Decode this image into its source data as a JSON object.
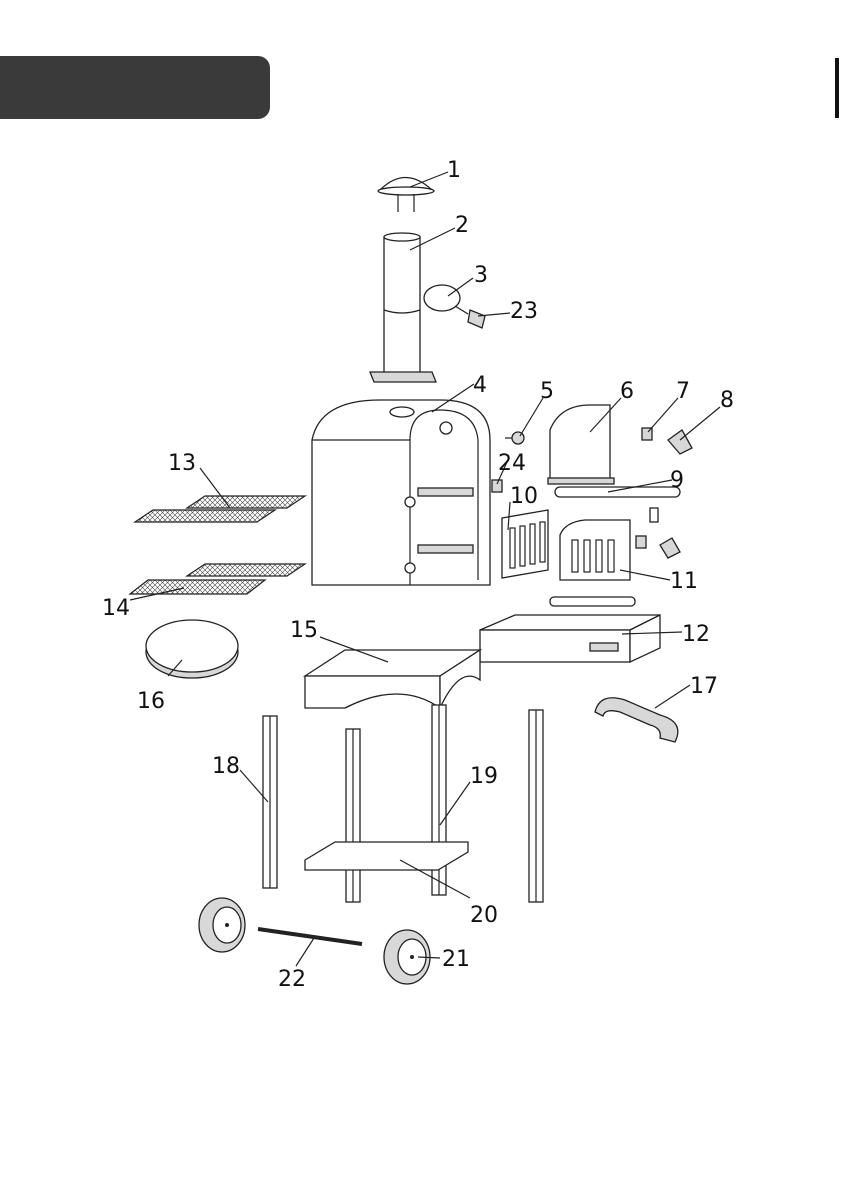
{
  "header": {
    "tab_color": "#3a3a3a"
  },
  "parts": [
    {
      "id": 1,
      "label": "1"
    },
    {
      "id": 2,
      "label": "2"
    },
    {
      "id": 3,
      "label": "3"
    },
    {
      "id": 4,
      "label": "4"
    },
    {
      "id": 5,
      "label": "5"
    },
    {
      "id": 6,
      "label": "6"
    },
    {
      "id": 7,
      "label": "7"
    },
    {
      "id": 8,
      "label": "8"
    },
    {
      "id": 9,
      "label": "9"
    },
    {
      "id": 10,
      "label": "10"
    },
    {
      "id": 11,
      "label": "11"
    },
    {
      "id": 12,
      "label": "12"
    },
    {
      "id": 13,
      "label": "13"
    },
    {
      "id": 14,
      "label": "14"
    },
    {
      "id": 15,
      "label": "15"
    },
    {
      "id": 16,
      "label": "16"
    },
    {
      "id": 17,
      "label": "17"
    },
    {
      "id": 18,
      "label": "18"
    },
    {
      "id": 19,
      "label": "19"
    },
    {
      "id": 20,
      "label": "20"
    },
    {
      "id": 21,
      "label": "21"
    },
    {
      "id": 22,
      "label": "22"
    },
    {
      "id": 23,
      "label": "23"
    },
    {
      "id": 24,
      "label": "24"
    }
  ]
}
